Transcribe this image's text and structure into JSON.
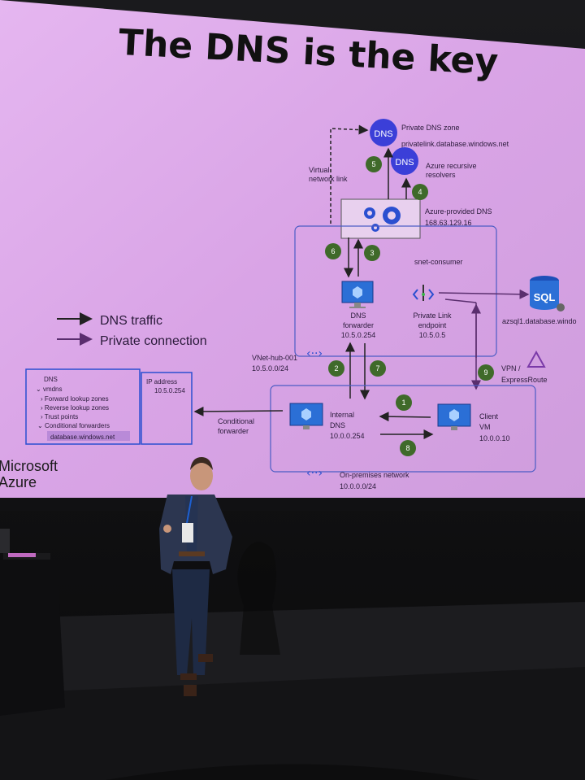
{
  "slide": {
    "title": "The DNS is the key",
    "logo_line1": "Microsoft",
    "logo_line2": "Azure",
    "legend": {
      "dns_traffic": "DNS traffic",
      "private_connection": "Private connection"
    },
    "dns_icon_text": "DNS",
    "sql_icon_text": "SQL",
    "private_zone": {
      "line1": "Private DNS zone",
      "line2": "privatelink.database.windows.net"
    },
    "recursive": {
      "line1": "Azure recursive",
      "line2": "resolvers"
    },
    "vnet_link": {
      "line1": "Virtual",
      "line2": "network link"
    },
    "azure_dns": {
      "line1": "Azure-provided DNS",
      "line2": "168.63.129.16"
    },
    "subnet": "snet-consumer",
    "dns_forwarder": {
      "line1": "DNS",
      "line2": "forwarder",
      "line3": "10.5.0.254"
    },
    "private_link": {
      "line1": "Private Link",
      "line2": "endpoint",
      "line3": "10.5.0.5"
    },
    "sql_host": "azsql1.database.windo",
    "vnet_hub": {
      "line1": "VNet-hub-001",
      "line2": "10.5.0.0/24"
    },
    "vpn": {
      "line1": "VPN /",
      "line2": "ExpressRoute"
    },
    "internal_dns": {
      "line1": "Internal",
      "line2": "DNS",
      "line3": "10.0.0.254"
    },
    "client_vm": {
      "line1": "Client",
      "line2": "VM",
      "line3": "10.0.0.10"
    },
    "conditional": {
      "line1": "Conditional",
      "line2": "forwarder"
    },
    "onprem": {
      "line1": "On-premises network",
      "line2": "10.0.0.0/24"
    },
    "tree": {
      "root": "DNS",
      "host": "vmdns",
      "items": [
        "Forward lookup zones",
        "Reverse lookup zones",
        "Trust points",
        "Conditional forwarders"
      ],
      "selected": "database.windows.net"
    },
    "ip_box": {
      "header": "IP address",
      "value": "10.5.0.254"
    },
    "steps": [
      "1",
      "2",
      "3",
      "4",
      "5",
      "6",
      "7",
      "8",
      "9"
    ],
    "colors": {
      "slide_bg": "#d9a8e6",
      "dns_circle": "#3b3fd8",
      "step_circle": "#3f6a2a",
      "accent_blue": "#2b4fd0"
    }
  }
}
